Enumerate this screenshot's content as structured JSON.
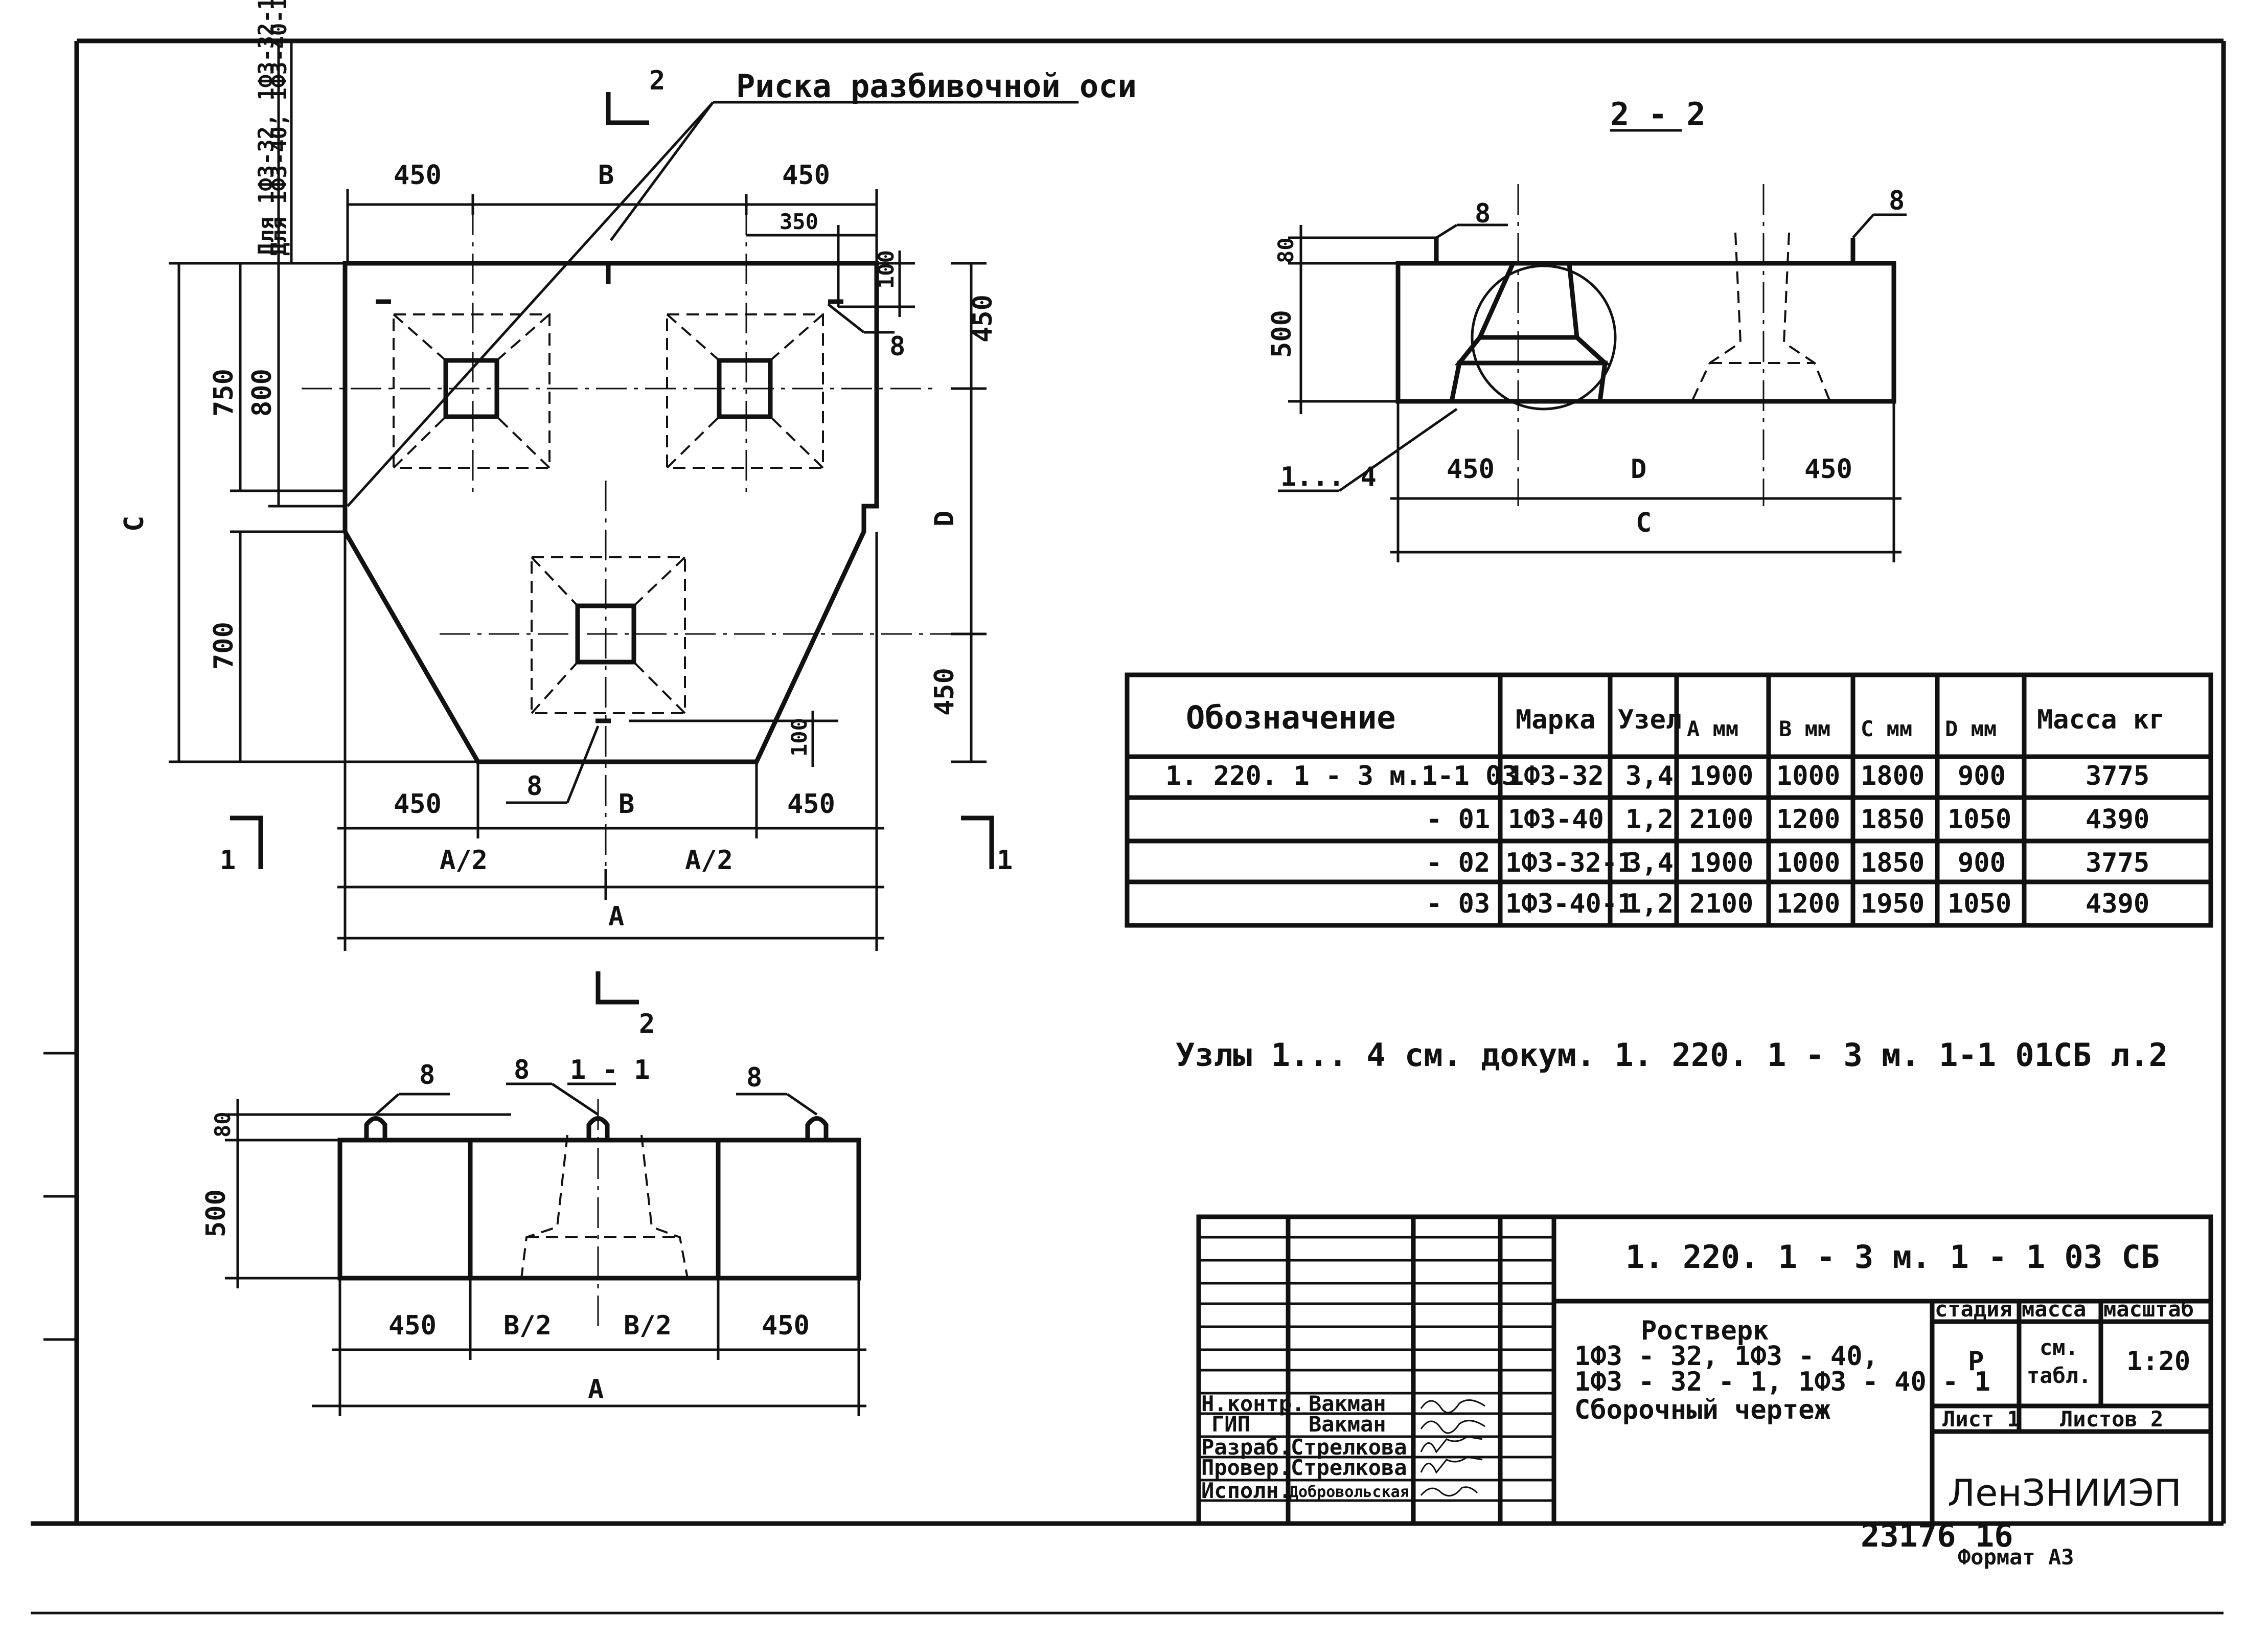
{
  "plan": {
    "note_axis_mark": "Риска разбивочной оси",
    "note_for_a": "Для 1Ф3-32, 1Ф3-32-1",
    "note_for_b": "Для 1Ф3-40, 1Ф3-40-1",
    "dims": {
      "top_left": "450",
      "top_mid": "В",
      "top_right": "450",
      "top_350": "350",
      "right_100": "100",
      "right_450_top": "450",
      "right_D": "D",
      "right_450_bot": "450",
      "right_100_bot": "100",
      "left_750": "750",
      "left_800": "800",
      "left_C": "С",
      "left_700": "700",
      "bot_left": "450",
      "bot_mid": "В",
      "bot_right": "450",
      "half_left": "А/2",
      "half_right": "А/2",
      "total": "А"
    },
    "labels": {
      "mark_8_right": "8",
      "mark_8_bottom": "8",
      "sec_2_top": "2",
      "sec_2_bot": "2",
      "sec_1_left": "1",
      "sec_1_right": "1"
    }
  },
  "section22": {
    "title": "2 - 2",
    "labels": {
      "mark_8_left": "8",
      "mark_8_right": "8",
      "nodes": "1... 4"
    },
    "dims": {
      "h80": "80",
      "h500": "500",
      "w450_left": "450",
      "wD": "D",
      "w450_right": "450",
      "wC": "С"
    }
  },
  "section11": {
    "title": "1 - 1",
    "labels": {
      "m1": "8",
      "m2": "8",
      "m3": "8"
    },
    "dims": {
      "h80": "80",
      "h500": "500",
      "w450_left": "450",
      "wB2_left": "В/2",
      "wB2_right": "В/2",
      "w450_right": "450",
      "wA": "А"
    }
  },
  "table": {
    "headers": [
      "Обозначение",
      "Марка",
      "Узел",
      "А мм",
      "В мм",
      "С мм",
      "D мм",
      "Масса кг"
    ],
    "rows": [
      [
        "1. 220. 1 - 3 м.1-1  03",
        "1Ф3-32",
        "3,4",
        "1900",
        "1000",
        "1800",
        "900",
        "3775"
      ],
      [
        "- 01",
        "1Ф3-40",
        "1,2",
        "2100",
        "1200",
        "1850",
        "1050",
        "4390"
      ],
      [
        "- 02",
        "1Ф3-32-1",
        "3,4",
        "1900",
        "1000",
        "1850",
        "900",
        "3775"
      ],
      [
        "- 03",
        "1Ф3-40-1",
        "1,2",
        "2100",
        "1200",
        "1950",
        "1050",
        "4390"
      ]
    ]
  },
  "note_nodes": "Узлы  1... 4   см.  докум.   1. 220. 1 - 3 м. 1-1   01СБ л.2",
  "title_block": {
    "code": "1. 220. 1  - 3 м.  1 - 1      03 СБ",
    "name_l1": "Ростверк",
    "name_l2": "1Ф3 - 32,  1Ф3 - 40,",
    "name_l3": "1Ф3 - 32 - 1,  1Ф3 - 40 - 1",
    "name_l4": "Сборочный   чертеж",
    "h_stage": "стадия",
    "h_mass": "масса",
    "h_scale": "масштаб",
    "v_stage": "Р",
    "v_mass_1": "см.",
    "v_mass_2": "табл.",
    "v_scale": "1:20",
    "sheet": "Лист 1",
    "sheets": "Листов 2",
    "org": "ЛенЗНИИЭП",
    "roles": [
      "Н.контр.",
      "ГИП",
      "Разраб.",
      "Провер.",
      "Исполн."
    ],
    "people": [
      "Вакман",
      "Вакман",
      "Стрелкова",
      "Стрелкова",
      "Добровольская"
    ]
  },
  "footer": {
    "inv": "23176  16",
    "format": "Формат А3"
  }
}
